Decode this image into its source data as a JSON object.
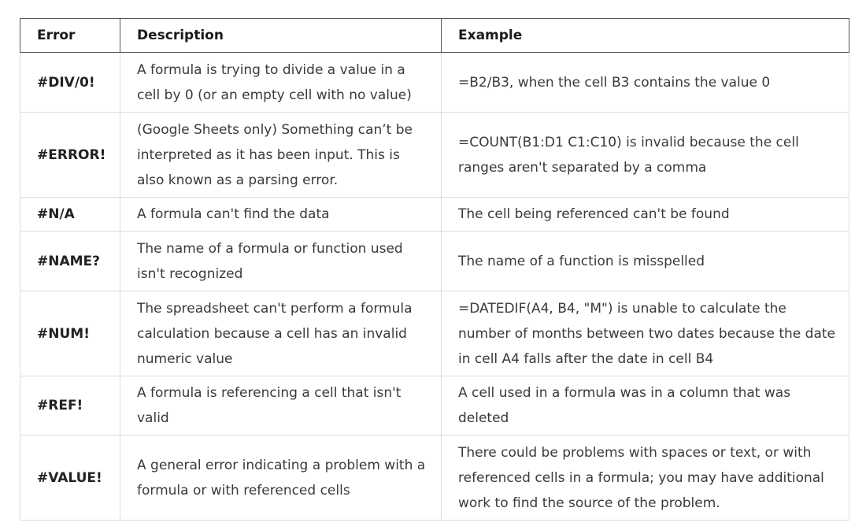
{
  "table": {
    "headers": [
      "Error",
      "Description",
      "Example"
    ],
    "rows": [
      {
        "error": "#DIV/0!",
        "description": "A formula is trying to divide a value in a cell by 0 (or an empty cell with no value)",
        "example": "=B2/B3, when the cell B3 contains the value 0"
      },
      {
        "error": "#ERROR!",
        "description": "(Google Sheets only)  Something can’t be interpreted as it has been input. This is also known as a parsing error.",
        "example": "=COUNT(B1:D1 C1:C10) is invalid because the cell ranges aren't separated by a comma"
      },
      {
        "error": "#N/A",
        "description": "A formula can't find the data",
        "example": "The cell being referenced can't be found"
      },
      {
        "error": "#NAME?",
        "description": "The name of a formula or function used isn't recognized",
        "example": "The name of a function is misspelled"
      },
      {
        "error": "#NUM!",
        "description": "The spreadsheet can't perform a formula calculation because a cell has an invalid numeric value",
        "example": "=DATEDIF(A4, B4, \"M\")  is unable to calculate the number of months between two dates because the date in cell A4 falls after the date in cell B4"
      },
      {
        "error": "#REF!",
        "description": "A formula is referencing a cell that isn't valid",
        "example": "A cell used in a formula was in a column that was deleted"
      },
      {
        "error": "#VALUE!",
        "description": "A general error indicating a problem with a formula or with referenced cells",
        "example": "There could be problems with spaces or text, or with referenced cells in a formula; you may have additional work to find the source of the problem."
      }
    ]
  },
  "colors": {
    "header_border": "#555555",
    "cell_border": "#dcdcdc",
    "text": "#333333"
  }
}
